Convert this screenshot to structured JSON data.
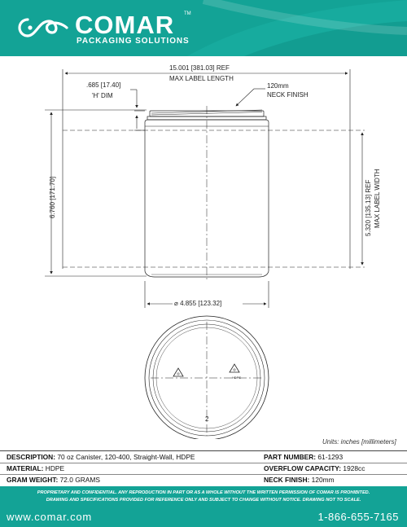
{
  "header": {
    "brand": "COMAR",
    "trademark": "TM",
    "tagline": "PACKAGING SOLUTIONS"
  },
  "drawing": {
    "label_length_in": "15.001",
    "label_length_mm": "381.03",
    "label_length_ref": "REF",
    "label_length_caption": "MAX LABEL LENGTH",
    "h_dim_in": ".685",
    "h_dim_mm": "17.40",
    "h_dim_caption": "'H' DIM",
    "neck_size": "120mm",
    "neck_caption": "NECK FINISH",
    "height_in": "6.760",
    "height_mm": "171.70",
    "label_width_in": "5.320",
    "label_width_mm": "135.13",
    "label_width_ref": "REF",
    "label_width_caption": "MAX LABEL WIDTH",
    "diameter_symbol": "⌀",
    "diameter_in": "4.855",
    "diameter_mm": "123.32",
    "bottom_recycle_code": "2",
    "bottom_material_code": "HDPE"
  },
  "units_note": "Units: inches [millimeters]",
  "specs": {
    "description_label": "DESCRIPTION:",
    "description_value": "70 oz Canister, 120-400, Straight-Wall, HDPE",
    "part_number_label": "PART NUMBER:",
    "part_number_value": "61-1293",
    "material_label": "MATERIAL:",
    "material_value": "HDPE",
    "overflow_label": "OVERFLOW CAPACITY:",
    "overflow_value": "1928cc",
    "gram_weight_label": "GRAM WEIGHT:",
    "gram_weight_value": "72.0 GRAMS",
    "neck_finish_label": "NECK FINISH:",
    "neck_finish_value": "120mm"
  },
  "footer": {
    "disclaimer_line1": "PROPRIETARY AND CONFIDENTIAL. ANY REPRODUCTION IN PART OR AS A WHOLE WITHOUT THE WRITTEN PERMISSION OF COMAR IS PROHIBITED.",
    "disclaimer_line2": "DRAWING AND SPECIFICATIONS PROVIDED FOR REFERENCE ONLY AND SUBJECT TO CHANGE WITHOUT NOTICE. DRAWING NOT TO SCALE.",
    "website": "www.comar.com",
    "phone": "1-866-655-7165"
  },
  "colors": {
    "brand_teal": "#13a396",
    "line": "#222222"
  }
}
